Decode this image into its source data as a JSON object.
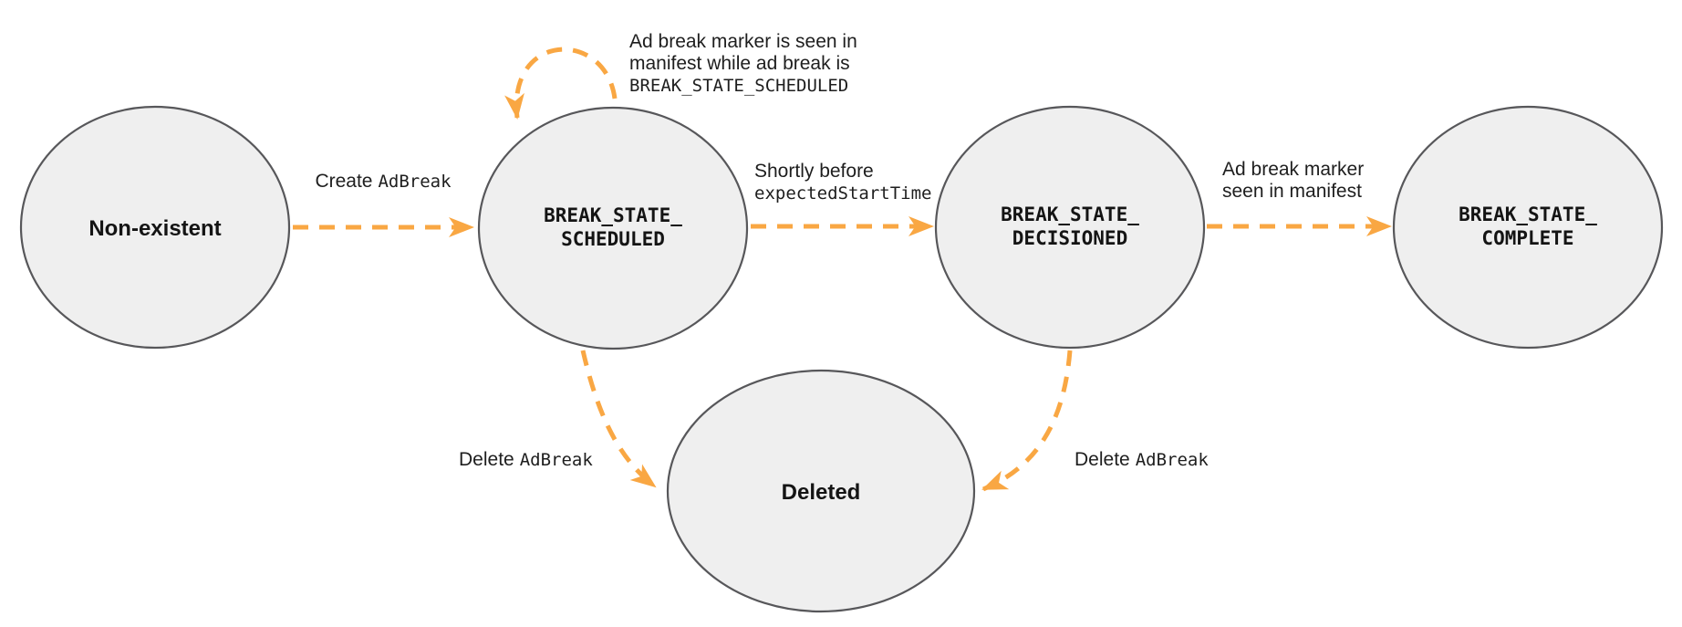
{
  "colors": {
    "accent": "#F9A743",
    "node_fill": "#EFEFEF",
    "node_border": "#57575A",
    "text": "#1E1E1E"
  },
  "nodes": {
    "non_existent": {
      "label": "Non-existent"
    },
    "scheduled": {
      "line1": "BREAK_STATE_",
      "line2": "SCHEDULED"
    },
    "decisioned": {
      "line1": "BREAK_STATE_",
      "line2": "DECISIONED"
    },
    "complete": {
      "line1": "BREAK_STATE_",
      "line2": "COMPLETE"
    },
    "deleted": {
      "label": "Deleted"
    }
  },
  "edges": {
    "create": {
      "text": "Create",
      "code": "AdBreak"
    },
    "self_loop": {
      "line1": "Ad break marker is seen in",
      "line2": "manifest while ad break is",
      "code_line": "BREAK_STATE_SCHEDULED"
    },
    "shortly_before": {
      "text": "Shortly before",
      "code": "expectedStartTime"
    },
    "marker_seen": {
      "line1": "Ad break marker",
      "line2": "seen in manifest"
    },
    "delete_scheduled": {
      "text": "Delete",
      "code": "AdBreak"
    },
    "delete_decisioned": {
      "text": "Delete",
      "code": "AdBreak"
    }
  }
}
